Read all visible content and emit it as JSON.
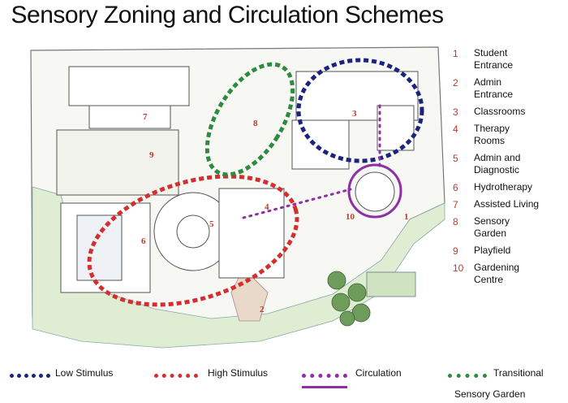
{
  "title": "Sensory Zoning and Circulation Schemes",
  "zone_numbers": [
    "1",
    "2",
    "3",
    "4",
    "5",
    "6",
    "7",
    "8",
    "9",
    "10"
  ],
  "key": [
    {
      "num": "1",
      "label": [
        "Student",
        "Entrance"
      ]
    },
    {
      "num": "2",
      "label": [
        "Admin",
        "Entrance"
      ]
    },
    {
      "num": "3",
      "label": [
        "Classrooms"
      ]
    },
    {
      "num": "4",
      "label": [
        "Therapy",
        "Rooms"
      ]
    },
    {
      "num": "5",
      "label": [
        "Admin and",
        "Diagnostic"
      ]
    },
    {
      "num": "6",
      "label": [
        "Hydrotherapy"
      ]
    },
    {
      "num": "7",
      "label": [
        "Assisted Living"
      ]
    },
    {
      "num": "8",
      "label": [
        "Sensory",
        "Garden"
      ]
    },
    {
      "num": "9",
      "label": [
        "Playfield"
      ]
    },
    {
      "num": "10",
      "label": [
        "Gardening",
        "Centre"
      ]
    }
  ],
  "legend": {
    "low": "Low Stimulus",
    "high": "High Stimulus",
    "circulation": "Circulation",
    "transitional": "Transitional",
    "transitional_2": "Sensory Garden"
  },
  "colors": {
    "low": "#1a237e",
    "high": "#d32f2f",
    "circulation": "#8e2fa5",
    "transitional": "#2e8b3e",
    "number": "#c0392b",
    "landscape": "#e3efd9",
    "walls": "#555555"
  }
}
